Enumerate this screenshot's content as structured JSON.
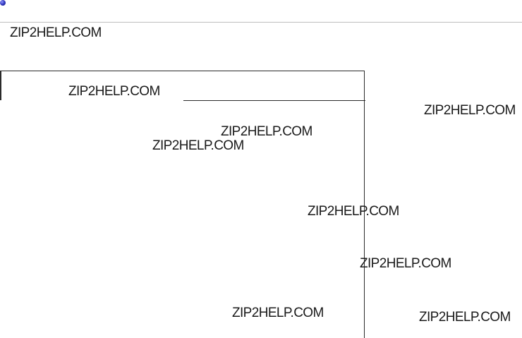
{
  "header": {
    "icon": "bullet-dot-icon",
    "accent_color": "#2a30b8"
  },
  "watermarks": [
    "ZIP2HELP.COM",
    "ZIP2HELP.COM",
    "ZIP2HELP.COM",
    "ZIP2HELP.COM",
    "ZIP2HELP.COM",
    "ZIP2HELP.COM",
    "ZIP2HELP.COM",
    "ZIP2HELP.COM",
    "ZIP2HELP.COM"
  ]
}
